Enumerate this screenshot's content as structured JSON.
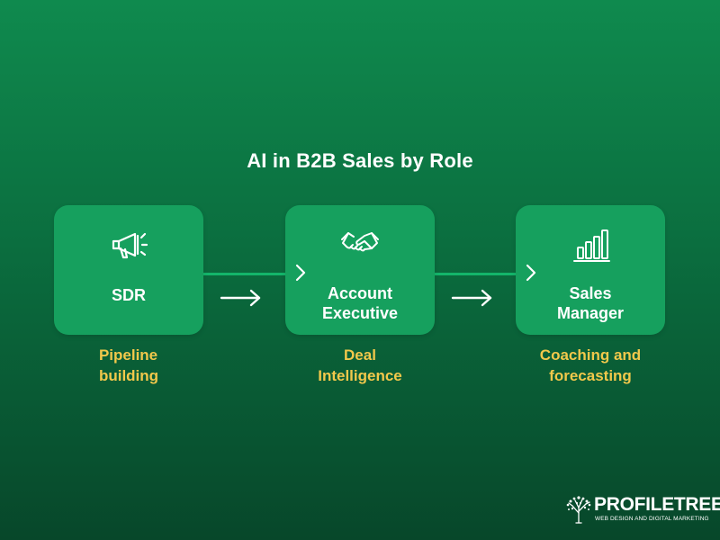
{
  "title": "AI in B2B Sales by Role",
  "roles": [
    {
      "label_lines": [
        "SDR"
      ],
      "icon": "megaphone-icon",
      "caption_lines": [
        "Pipeline",
        "building"
      ]
    },
    {
      "label_lines": [
        "Account",
        "Executive"
      ],
      "icon": "handshake-icon",
      "caption_lines": [
        "Deal",
        "Intelligence"
      ]
    },
    {
      "label_lines": [
        "Sales",
        "Manager"
      ],
      "icon": "bar-chart-icon",
      "caption_lines": [
        "Coaching and",
        "forecasting"
      ]
    }
  ],
  "logo": {
    "name": "PROFILETREE",
    "tagline": "WEB DESIGN AND DIGITAL MARKETING"
  },
  "colors": {
    "background_top": "#0f8a4e",
    "background_bottom": "#07472a",
    "card": "#16a05e",
    "connector": "#13b56a",
    "caption": "#f2c84b",
    "text": "#ffffff"
  }
}
